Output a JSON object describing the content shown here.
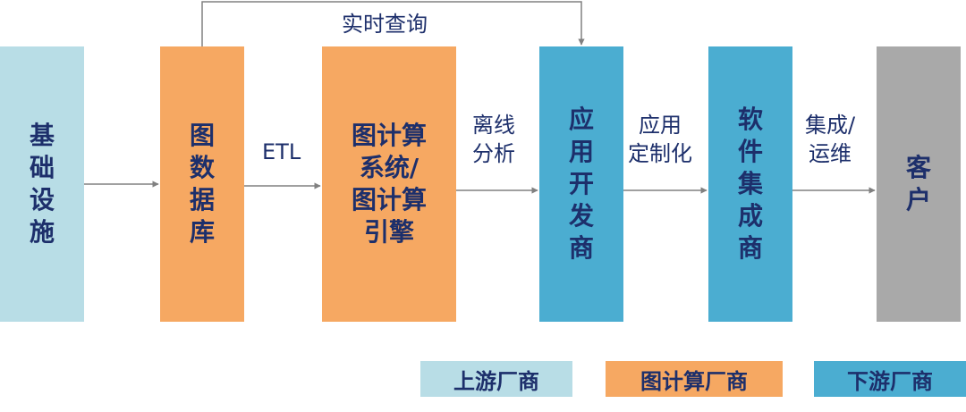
{
  "boxes": {
    "infrastructure": "基础设施",
    "graph_database": "图数据库",
    "graph_computing": [
      "图计算",
      "系统/",
      "图计算",
      "引擎"
    ],
    "app_developer": "应用开发商",
    "software_integrator": "软件集成商",
    "client": "客户"
  },
  "edge_labels": {
    "realtime_query": "实时查询",
    "etl": "ETL",
    "offline_analysis": [
      "离线",
      "分析"
    ],
    "app_customization": [
      "应用",
      "定制化"
    ],
    "integration_ops": [
      "集成/",
      "运维"
    ]
  },
  "legend": {
    "upstream": "上游厂商",
    "graph_vendor": "图计算厂商",
    "downstream": "下游厂商"
  },
  "colors": {
    "upstream": "#b8dde6",
    "graph_vendor": "#f6a862",
    "downstream": "#4badd1",
    "client": "#a9a9a9",
    "text": "#1d2f6b",
    "arrow": "#808080"
  }
}
